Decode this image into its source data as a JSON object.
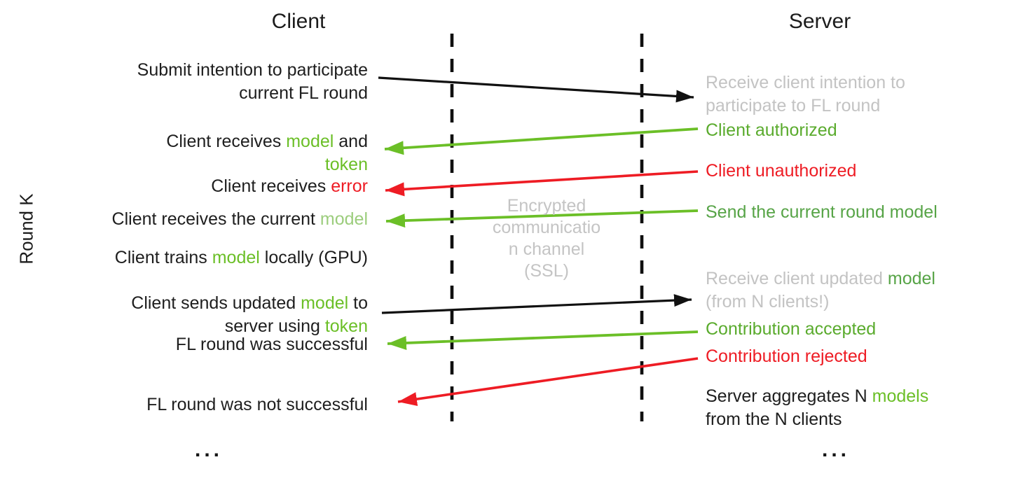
{
  "palette": {
    "black": "#1e1e1e",
    "gray": "#c3c3c3",
    "red": "#ee1c24",
    "green": "#6bbf27",
    "green_text": "#5aab2d",
    "green_mid": "#57a447",
    "green_light": "#9ccd7d"
  },
  "headers": {
    "client": "Client",
    "server": "Server"
  },
  "round_label": "Round K",
  "channel_note_lines": [
    "Encrypted",
    "communicatio",
    "n channel",
    "(SSL)"
  ],
  "ellipsis": "...",
  "client_column": {
    "messages": [
      [
        [
          {
            "t": "Submit intention to participate",
            "c": "black"
          }
        ],
        [
          {
            "t": "current FL round",
            "c": "black"
          }
        ]
      ],
      [
        [
          {
            "t": "Client receives ",
            "c": "black"
          },
          {
            "t": "model",
            "c": "green"
          },
          {
            "t": " and",
            "c": "black"
          }
        ],
        [
          {
            "t": "token",
            "c": "green"
          }
        ]
      ],
      [
        [
          {
            "t": "Client receives ",
            "c": "black"
          },
          {
            "t": "error",
            "c": "red"
          }
        ]
      ],
      [
        [
          {
            "t": "Client receives the current ",
            "c": "black"
          },
          {
            "t": "model",
            "c": "green_light"
          }
        ]
      ],
      [
        [
          {
            "t": "Client trains ",
            "c": "black"
          },
          {
            "t": "model",
            "c": "green"
          },
          {
            "t": " locally (GPU)",
            "c": "black"
          }
        ]
      ],
      [
        [
          {
            "t": "Client sends updated ",
            "c": "black"
          },
          {
            "t": "model",
            "c": "green"
          },
          {
            "t": " to",
            "c": "black"
          }
        ],
        [
          {
            "t": "server using ",
            "c": "black"
          },
          {
            "t": "token",
            "c": "green"
          }
        ]
      ],
      [
        [
          {
            "t": "FL round was successful",
            "c": "black"
          }
        ]
      ],
      [
        [
          {
            "t": "FL round was not successful",
            "c": "black"
          }
        ]
      ]
    ]
  },
  "server_column": {
    "messages": [
      [
        [
          {
            "t": "Receive client intention to",
            "c": "gray"
          }
        ],
        [
          {
            "t": "participate to FL round",
            "c": "gray"
          }
        ]
      ],
      [
        [
          {
            "t": "Client authorized",
            "c": "green_text"
          }
        ]
      ],
      [
        [
          {
            "t": "Client unauthorized",
            "c": "red"
          }
        ]
      ],
      [
        [
          {
            "t": "Send the current round model",
            "c": "green_mid"
          }
        ]
      ],
      [
        [
          {
            "t": "Receive client updated ",
            "c": "gray"
          },
          {
            "t": "model",
            "c": "green_mid"
          }
        ],
        [
          {
            "t": "(from N clients!)",
            "c": "gray"
          }
        ]
      ],
      [
        [
          {
            "t": "Contribution accepted",
            "c": "green_text"
          }
        ]
      ],
      [
        [
          {
            "t": "Contribution rejected",
            "c": "red"
          }
        ]
      ],
      [
        [
          {
            "t": "Server aggregates N ",
            "c": "black"
          },
          {
            "t": "models",
            "c": "green"
          }
        ],
        [
          {
            "t": "from the N clients",
            "c": "black"
          }
        ]
      ]
    ]
  },
  "arrows": [
    {
      "label": "submit intention to participate",
      "color": "black",
      "from": "client",
      "to": "server"
    },
    {
      "label": "client authorized response",
      "color": "green",
      "from": "server",
      "to": "client"
    },
    {
      "label": "client unauthorized response",
      "color": "red",
      "from": "server",
      "to": "client"
    },
    {
      "label": "send the current round model",
      "color": "green",
      "from": "server",
      "to": "client"
    },
    {
      "label": "send updated model with token",
      "color": "black",
      "from": "client",
      "to": "server"
    },
    {
      "label": "contribution accepted",
      "color": "green",
      "from": "server",
      "to": "client"
    },
    {
      "label": "contribution rejected",
      "color": "red",
      "from": "server",
      "to": "client"
    }
  ]
}
